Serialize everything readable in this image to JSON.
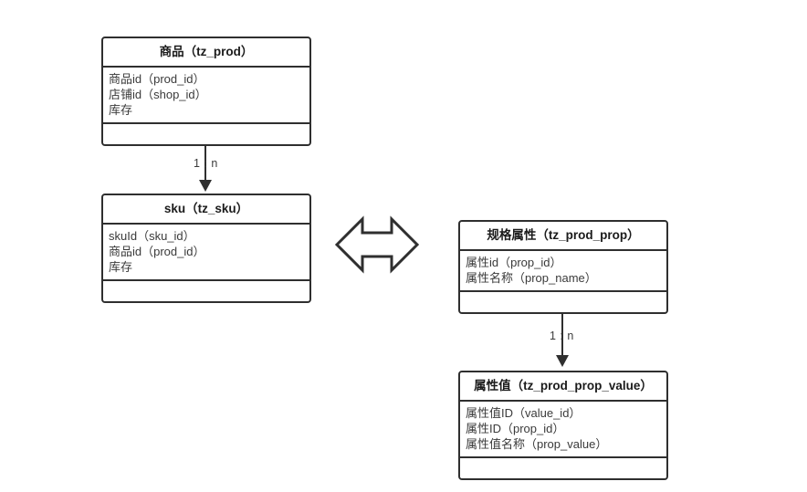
{
  "diagram": {
    "title_visible": false,
    "background": "#ffffff",
    "stroke_color": "#2f2f2f",
    "text_color": "#3a3a3a",
    "entities": [
      {
        "id": "tz_prod",
        "title": "商品（tz_prod）",
        "attributes": [
          "商品id（prod_id）",
          "店铺id（shop_id）",
          "库存"
        ]
      },
      {
        "id": "tz_sku",
        "title": "sku（tz_sku）",
        "attributes": [
          "skuId（sku_id）",
          "商品id（prod_id）",
          "库存"
        ]
      },
      {
        "id": "tz_prod_prop",
        "title": "规格属性（tz_prod_prop）",
        "attributes": [
          "属性id（prop_id）",
          "属性名称（prop_name）"
        ]
      },
      {
        "id": "tz_prod_prop_value",
        "title": "属性值（tz_prod_prop_value）",
        "attributes": [
          "属性值ID（value_id）",
          "属性ID（prop_id）",
          "属性值名称（prop_value）"
        ]
      }
    ],
    "relations": [
      {
        "id": "prod-to-sku",
        "label": "1 : n",
        "from": "tz_prod",
        "to": "tz_sku",
        "style": "arrow-down"
      },
      {
        "id": "prop-to-prop-value",
        "label": "1 : n",
        "from": "tz_prod_prop",
        "to": "tz_prod_prop_value",
        "style": "arrow-down"
      },
      {
        "id": "sku-to-prop",
        "label": "",
        "from": "tz_sku",
        "to": "tz_prod_prop",
        "style": "double-headed-arrow"
      }
    ]
  }
}
